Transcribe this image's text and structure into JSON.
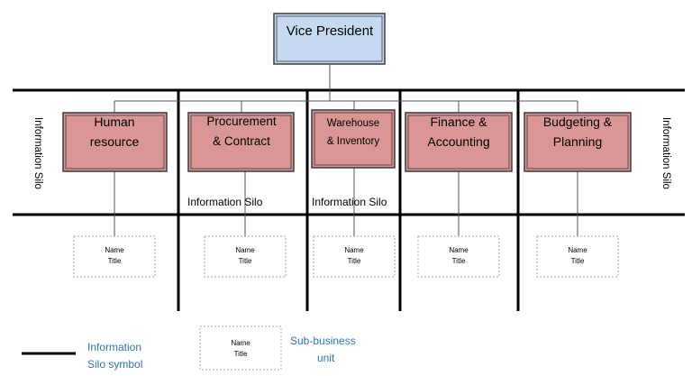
{
  "top": {
    "label": "Vice President"
  },
  "departments": [
    {
      "line1": "Human",
      "line2": "resource"
    },
    {
      "line1": "Procurement",
      "line2": "& Contract"
    },
    {
      "line1": "Warehouse",
      "line2": "& Inventory"
    },
    {
      "line1": "Finance &",
      "line2": "Accounting"
    },
    {
      "line1": "Budgeting &",
      "line2": "Planning"
    }
  ],
  "silo_labels": {
    "left_vertical": "Information Silo",
    "right_vertical": "Information Silo",
    "bottom_1": "Information Silo",
    "bottom_2": "Information Silo"
  },
  "sub_units": [
    {
      "name": "Name",
      "title": "Title"
    },
    {
      "name": "Name",
      "title": "Title"
    },
    {
      "name": "Name",
      "title": "Title"
    },
    {
      "name": "Name",
      "title": "Title"
    },
    {
      "name": "Name",
      "title": "Title"
    }
  ],
  "legend": {
    "silo_symbol_line1": "Information",
    "silo_symbol_line2": "Silo symbol",
    "sample_name": "Name",
    "sample_title": "Title",
    "sub_unit_line1": "Sub-business",
    "sub_unit_line2": "unit"
  },
  "colors": {
    "vp_fill": "#c5d9f1",
    "dept_fill": "#d99694",
    "legend_text": "#2e75b6"
  }
}
